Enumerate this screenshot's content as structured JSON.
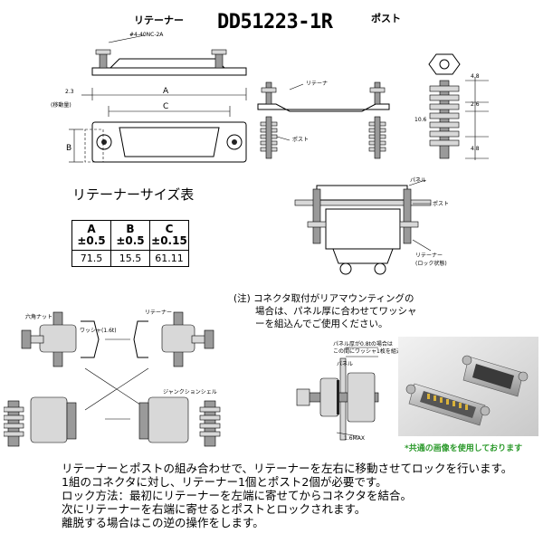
{
  "header": {
    "retainer_label": "リテーナー",
    "part_number": "DD51223-1R",
    "post_label": "ポスト"
  },
  "retainer_drawing": {
    "thread_label": "#4-40NC-2A",
    "dim_a": "A",
    "dim_b": "B",
    "dim_c": "C",
    "dim_offset": "2.3",
    "travel_label": "(移動量)"
  },
  "assembly_drawing": {
    "retainer_label": "リテーナ",
    "post_label": "ポスト"
  },
  "post_drawing": {
    "dim_top": "4.8",
    "dim_mid": "2.6",
    "dim_height": "10.6",
    "dim_bottom": "4.8"
  },
  "size_table": {
    "title": "リテーナーサイズ表",
    "headers": [
      {
        "letter": "A",
        "tol": "±0.5"
      },
      {
        "letter": "B",
        "tol": "±0.5"
      },
      {
        "letter": "C",
        "tol": "±0.15"
      }
    ],
    "values": [
      "71.5",
      "15.5",
      "61.11"
    ]
  },
  "panel_drawing": {
    "panel_label": "パネル",
    "post_label": "ポスト",
    "retainer_label": "リテーナー",
    "lock_label": "(ロック状態)"
  },
  "note": {
    "prefix": "(注)",
    "line1": "コネクタ取付がリアマウンティングの",
    "line2": "場合は、パネル厚に合わせてワッシャ",
    "line3": "ーを組込んでご使用ください。"
  },
  "steps_drawing": {
    "label_a": "リテーナー",
    "label_b": "ワッシャ(1.6t)",
    "label_c": "六角ナット",
    "label_d": "ジャンクションシェル"
  },
  "washer_drawing": {
    "label_1": "パネル厚が0.8tの場合は",
    "label_2": "この間にワッシャ1枚を組込む",
    "label_3": "パネル",
    "label_4": "1.6MAX"
  },
  "photo": {
    "caption": "*共通の画像を使用しております"
  },
  "footer": {
    "line1": "リテーナーとポストの組み合わせで、リテーナーを左右に移動させてロックを行います。",
    "line2": "1組のコネクタに対し、リテーナー1個とポスト2個が必要です。",
    "line3": "ロック方法：最初にリテーナーを左端に寄せてからコネクタを結合。",
    "line4": "次にリテーナーを右端に寄せるとポストとロックされます。",
    "line5": "離脱する場合はこの逆の操作をします。"
  }
}
